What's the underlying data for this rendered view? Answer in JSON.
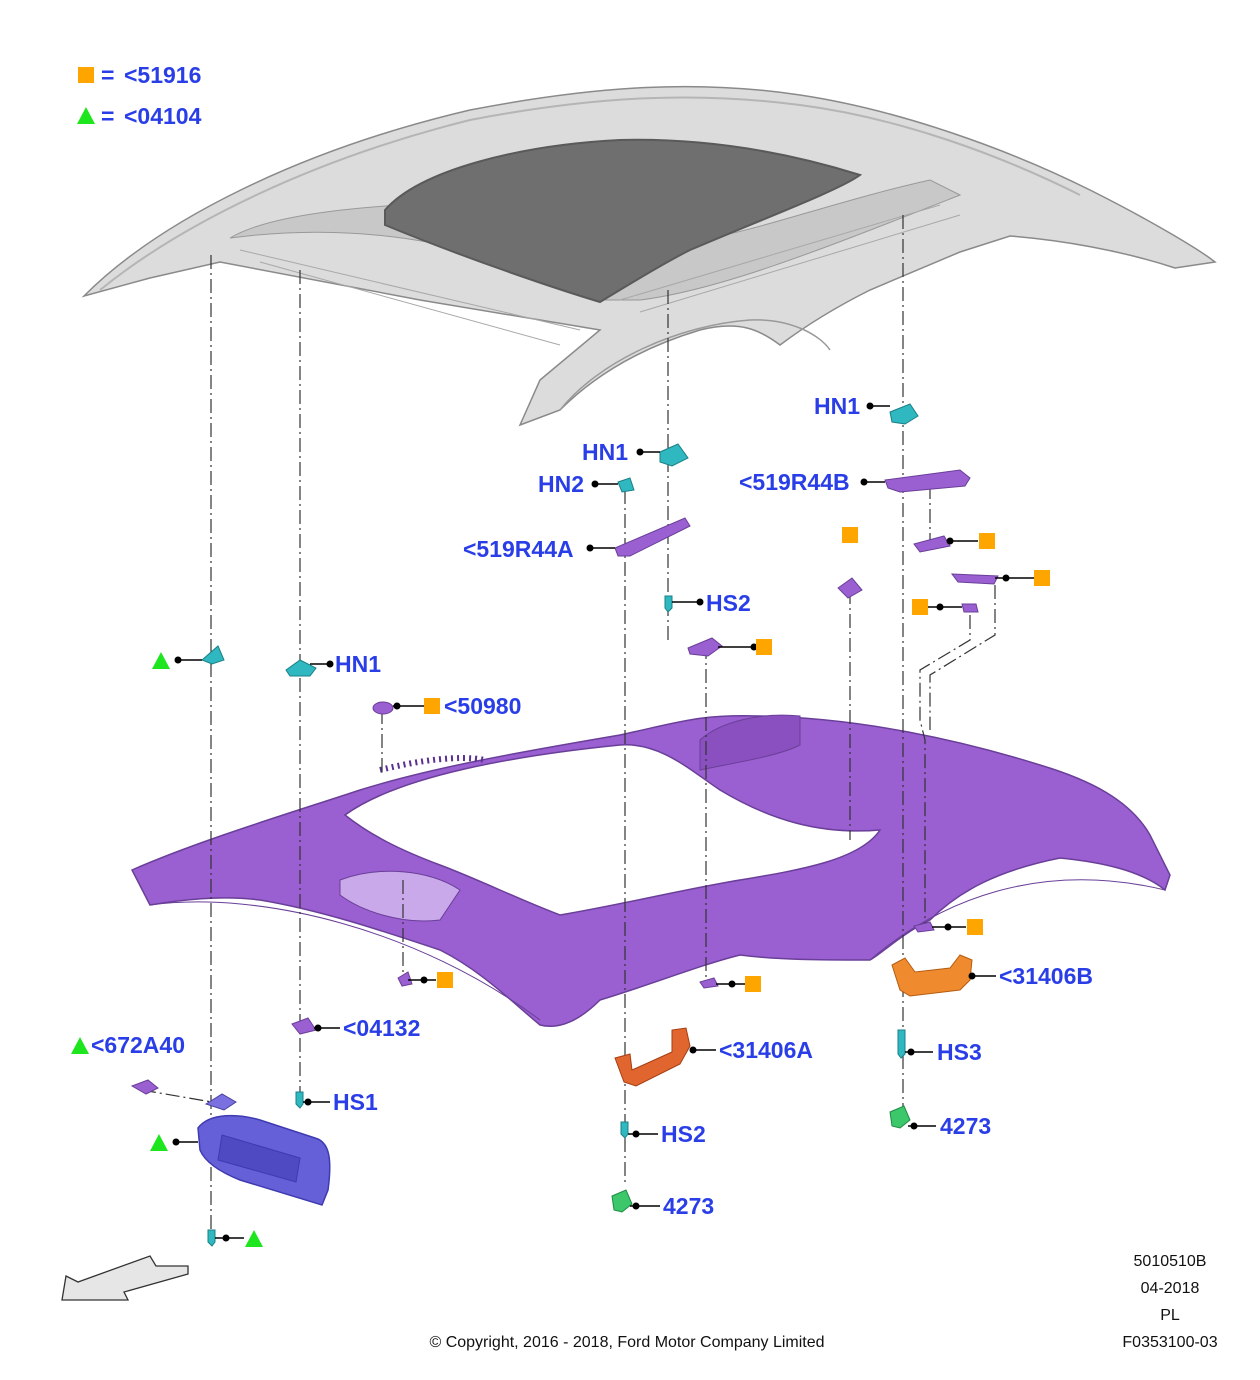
{
  "legend": {
    "square_label": "<51916",
    "triangle_label": "<04104",
    "equals": "="
  },
  "colors": {
    "label_blue": "#2a3ee8",
    "square_marker": "#ffa500",
    "triangle_marker": "#1ee61e",
    "headliner": "#9a5fd0",
    "roof": "#dcdcdc",
    "glass": "#6f6f6f",
    "clip_teal": "#2fb8c0",
    "handle_orange": "#f08a2e",
    "handle_red": "#e0652f",
    "visor": "#6660d8",
    "cap_green": "#3cc86a"
  },
  "callouts": {
    "hn1_right": "HN1",
    "hn1_center": "HN1",
    "hn2": "HN2",
    "b519r44b": "<519R44B",
    "b519r44a": "<519R44A",
    "hs2_upper": "HS2",
    "hn1_left": "HN1",
    "b50980": "<50980",
    "b31406b": "<31406B",
    "b04132": "<04132",
    "b31406a": "<31406A",
    "b672a40": "<672A40",
    "hs3": "HS3",
    "hs1": "HS1",
    "hs2_lower": "HS2",
    "n4273_right": "4273",
    "n4273_left": "4273"
  },
  "footer": {
    "code": "5010510B",
    "date": "04-2018",
    "region": "PL",
    "figure": "F0353100-03",
    "copyright": "© Copyright, 2016 - 2018, Ford Motor Company Limited"
  },
  "icons": {
    "square": "orange-square-marker",
    "triangle": "green-triangle-marker",
    "arrow": "front-direction-arrow-icon"
  }
}
